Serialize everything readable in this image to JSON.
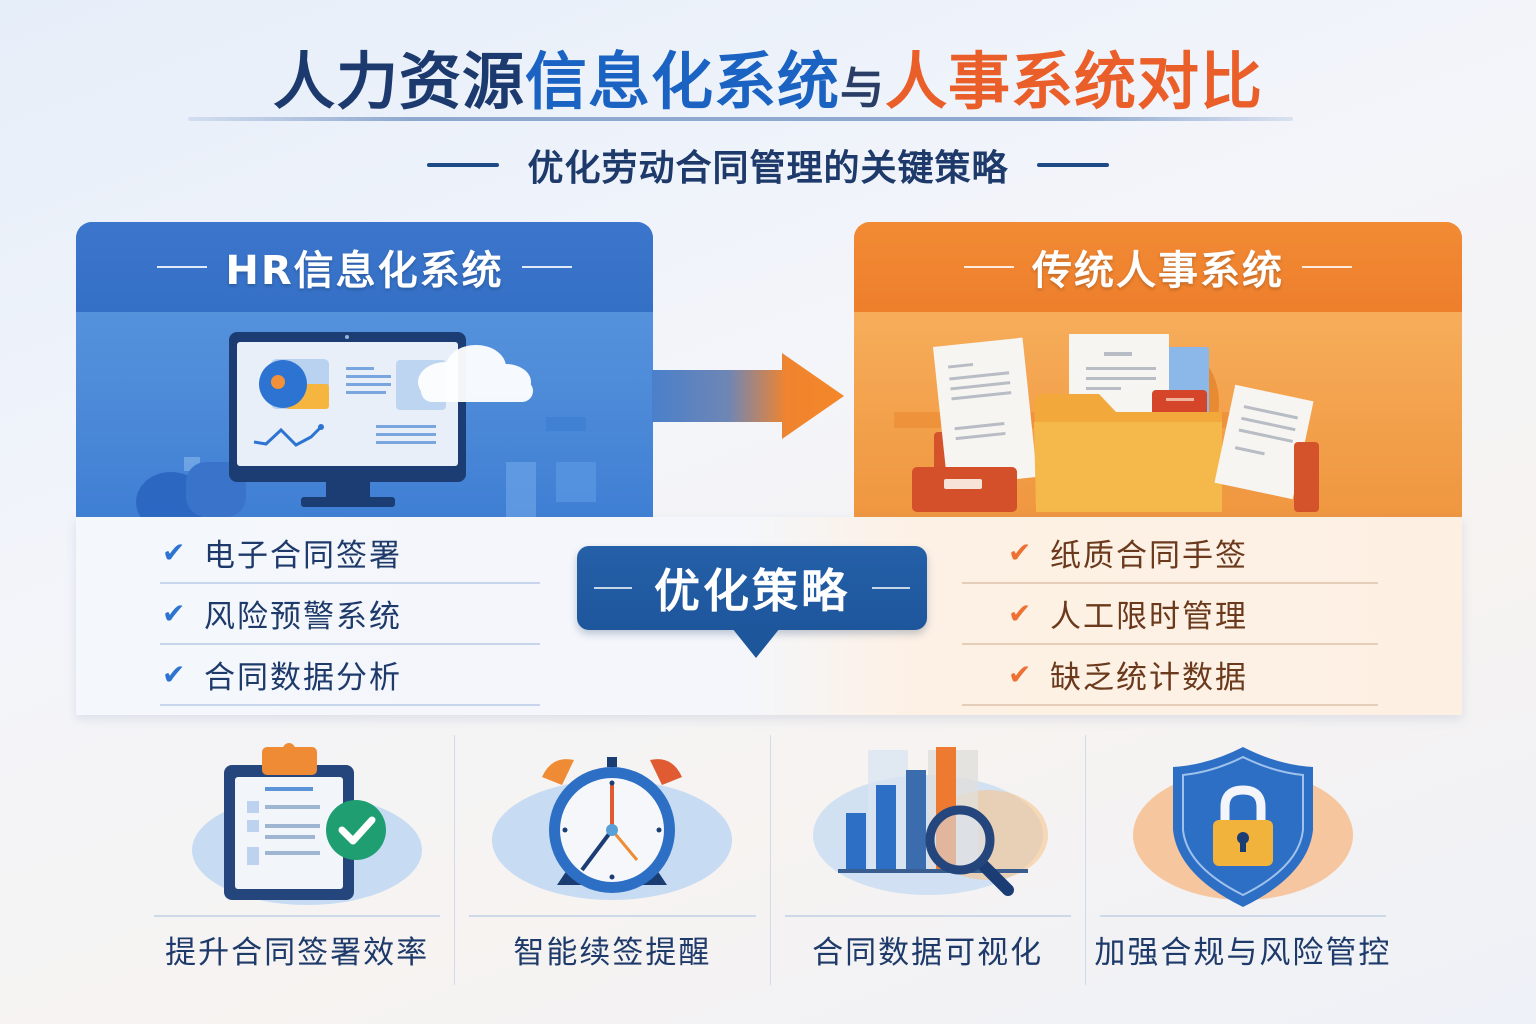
{
  "title": {
    "part1": "人力资源",
    "part2": "信息化系统",
    "connector": "与",
    "part3": "人事系统对比"
  },
  "subtitle": "优化劳动合同管理的关键策略",
  "left_panel": {
    "header": "HR信息化系统",
    "illustration": "computer-dashboard-cloud",
    "color": "#3470c6",
    "bullets": [
      "电子合同签署",
      "风险预警系统",
      "合同数据分析"
    ]
  },
  "right_panel": {
    "header": "传统人事系统",
    "illustration": "paper-folders-documents",
    "color": "#ee7f2c",
    "bullets": [
      "纸质合同手签",
      "人工限时管理",
      "缺乏统计数据"
    ]
  },
  "center_badge": "优化策略",
  "transition_arrow": "blue-to-orange-arrow",
  "features": [
    {
      "icon": "clipboard-check-icon",
      "label": "提升合同签署效率"
    },
    {
      "icon": "alarm-clock-icon",
      "label": "智能续签提醒"
    },
    {
      "icon": "chart-magnifier-icon",
      "label": "合同数据可视化"
    },
    {
      "icon": "shield-lock-icon",
      "label": "加强合规与风险管控"
    }
  ],
  "colors": {
    "primary_blue": "#1b63c2",
    "navy": "#1c3a6e",
    "accent_orange": "#ea5e2a",
    "badge_blue": "#1e569c"
  }
}
